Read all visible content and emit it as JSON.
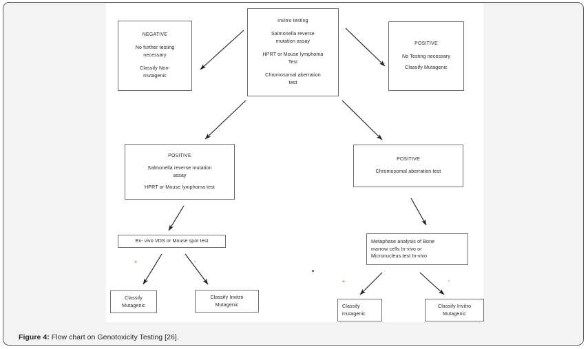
{
  "figure": {
    "caption_label": "Figure 4:",
    "caption_text": "Flow chart on Genotoxicity Testing [26]."
  },
  "chart_data": {
    "type": "diagram",
    "diagram_kind": "flowchart",
    "title": "Flow chart on Genotoxicity Testing",
    "nodes": [
      {
        "id": "invitro",
        "lines": [
          "Invitro testing",
          "Salmonella reverse",
          "mutation assay",
          "HPRT or Mouse lymphoma",
          "Test",
          "Chromosomal aberration",
          "test"
        ]
      },
      {
        "id": "negative",
        "lines": [
          "NEGATIVE",
          "No further testing",
          "necessary",
          "Classify Non-",
          "mutagenic"
        ]
      },
      {
        "id": "positive_top",
        "lines": [
          "POSITIVE",
          "No Testing necessary",
          "Classify Mutagenic"
        ]
      },
      {
        "id": "positive_salmonella",
        "lines": [
          "POSITIVE",
          "Salmonella reverse mutation",
          "assay",
          "HPRT or Mouse lymphoma test"
        ]
      },
      {
        "id": "positive_chromosomal",
        "lines": [
          "POSITIVE",
          "Chromosomal aberration test"
        ]
      },
      {
        "id": "exvivo",
        "lines": [
          "Ex- vivo VDS or Mouse spot test"
        ]
      },
      {
        "id": "metaphase",
        "lines": [
          "Metaphase analysis of Bone",
          "marrow cells In-vivo or",
          "Micronucleus test In-vivo"
        ]
      },
      {
        "id": "classify_mutagenic_left",
        "lines": [
          "Classify",
          "Mutagenic"
        ]
      },
      {
        "id": "classify_invitro_left",
        "lines": [
          "Classify Invitro",
          "Mutagenic"
        ]
      },
      {
        "id": "classify_mutagenic_right",
        "lines": [
          "Classify",
          "mutagenic"
        ]
      },
      {
        "id": "classify_invitro_right",
        "lines": [
          "Classify Invitro",
          "Mutagenic"
        ]
      }
    ],
    "edges": [
      {
        "from": "invitro",
        "to": "negative",
        "label": ""
      },
      {
        "from": "invitro",
        "to": "positive_top",
        "label": ""
      },
      {
        "from": "invitro",
        "to": "positive_salmonella",
        "label": ""
      },
      {
        "from": "invitro",
        "to": "positive_chromosomal",
        "label": ""
      },
      {
        "from": "positive_salmonella",
        "to": "exvivo",
        "label": ""
      },
      {
        "from": "positive_chromosomal",
        "to": "metaphase",
        "label": ""
      },
      {
        "from": "exvivo",
        "to": "classify_mutagenic_left",
        "label": "+"
      },
      {
        "from": "exvivo",
        "to": "classify_invitro_left",
        "label": "-"
      },
      {
        "from": "metaphase",
        "to": "classify_mutagenic_right",
        "label": "+"
      },
      {
        "from": "metaphase",
        "to": "classify_invitro_right",
        "label": "-"
      }
    ],
    "branch_labels": {
      "plus": "+",
      "minus": "-"
    }
  },
  "nodes": {
    "invitro": {
      "l1": "Invitro testing",
      "l2": "Salmonella reverse",
      "l3": "mutation assay",
      "l4": "HPRT or Mouse lymphoma",
      "l5": "Test",
      "l6": "Chromosomal aberration",
      "l7": "test"
    },
    "negative": {
      "l1": "NEGATIVE",
      "l2": "No further testing",
      "l3": "necessary",
      "l4": "Classify Non-",
      "l5": "mutagenic"
    },
    "positive_top": {
      "l1": "POSITIVE",
      "l2": "No Testing necessary",
      "l3": "Classify Mutagenic"
    },
    "positive_salmonella": {
      "l1": "POSITIVE",
      "l2": "Salmonella reverse mutation",
      "l3": "assay",
      "l4": "HPRT or Mouse lymphoma test"
    },
    "positive_chromosomal": {
      "l1": "POSITIVE",
      "l2": "Chromosomal aberration test"
    },
    "exvivo": {
      "l1": "Ex- vivo VDS or Mouse spot test"
    },
    "metaphase": {
      "l1": "Metaphase analysis of Bone",
      "l2": "marrow cells In-vivo or",
      "l3": "Micronucleus test In-vivo"
    },
    "classify_mutagenic_left": {
      "l1": "Classify",
      "l2": "Mutagenic"
    },
    "classify_invitro_left": {
      "l1": "Classify Invitro",
      "l2": "Mutagenic"
    },
    "classify_mutagenic_right": {
      "l1": "Classify",
      "l2": "mutagenic"
    },
    "classify_invitro_right": {
      "l1": "Classify Invitro",
      "l2": "Mutagenic"
    }
  },
  "signs": {
    "plus": "+",
    "minus": "-"
  }
}
